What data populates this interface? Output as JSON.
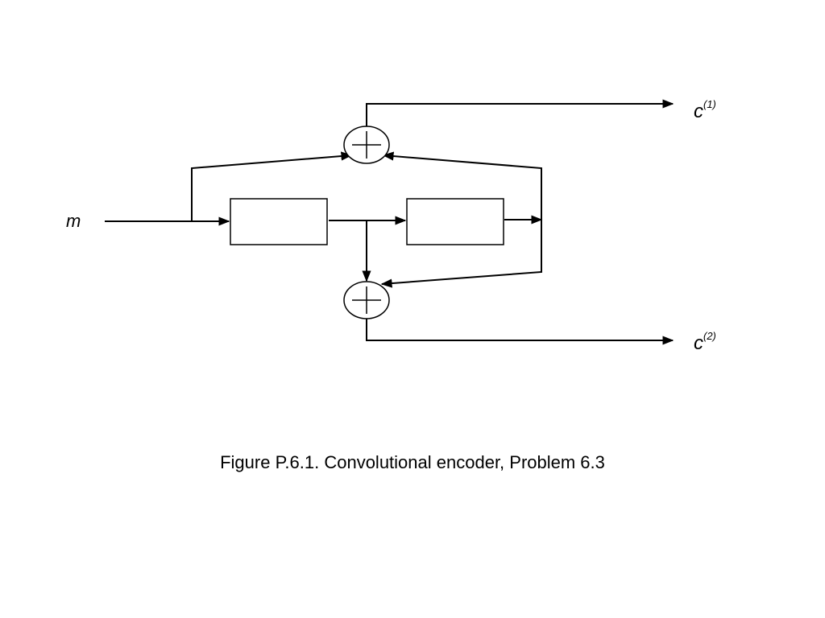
{
  "diagram": {
    "input_label": "m",
    "output1_base": "c",
    "output1_sup": "(1)",
    "output2_base": "c",
    "output2_sup": "(2)"
  },
  "caption": "Figure P.6.1. Convolutional encoder, Problem 6.3"
}
